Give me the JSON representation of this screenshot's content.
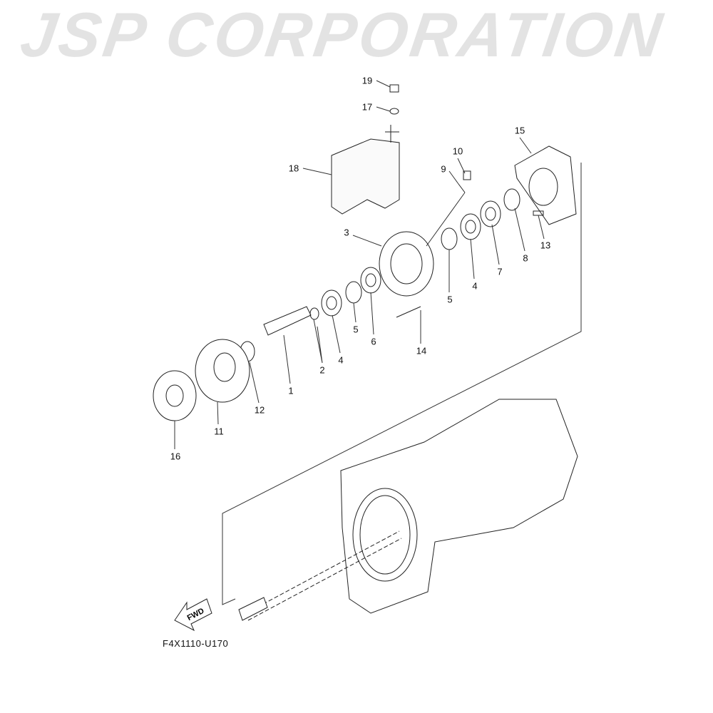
{
  "diagram": {
    "watermark": "JSP CORPORATION",
    "diagram_code": "F4X1110-U170",
    "direction_arrow": "FWD",
    "part_labels": [
      "19",
      "17",
      "18",
      "10",
      "9",
      "15",
      "3",
      "13",
      "8",
      "7",
      "4",
      "5",
      "14",
      "6",
      "5",
      "4",
      "2",
      "1",
      "12",
      "11",
      "16"
    ]
  }
}
